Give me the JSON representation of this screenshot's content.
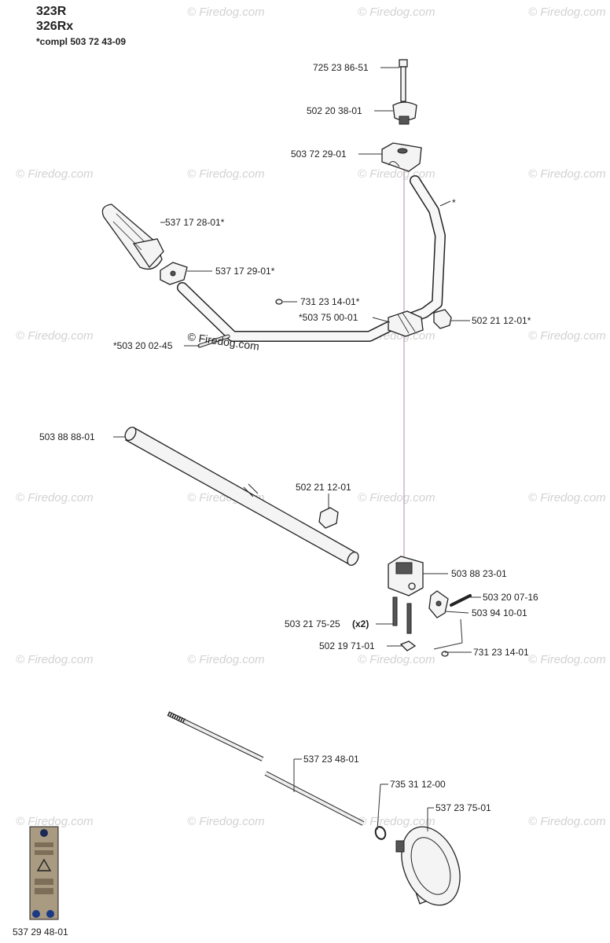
{
  "header": {
    "model_1": "323R",
    "model_2": "326Rx",
    "complete_kit": "*compl 503 72 43-09"
  },
  "watermark": {
    "text": "© Firedog.com",
    "color": "#d2d2d2"
  },
  "overlay_watermark": "© Firedog.com",
  "parts": [
    "725 23 86-51",
    "502 20 38-01",
    "503 72 29-01",
    "*",
    "537 17 28-01*",
    "537 17 29-01*",
    "731 23 14-01*",
    "*503 75 00-01",
    "502 21 12-01*",
    "*503 20 02-45",
    "503 88 88-01",
    "502 21 12-01",
    "503 88 23-01",
    "503 20 07-16",
    "503 94 10-01",
    "503 21 75-25",
    "(x2)",
    "502 19 71-01",
    "731 23 14-01",
    "537 23 48-01",
    "735 31 12-00",
    "537 23 75-01",
    "537 29 48-01"
  ]
}
